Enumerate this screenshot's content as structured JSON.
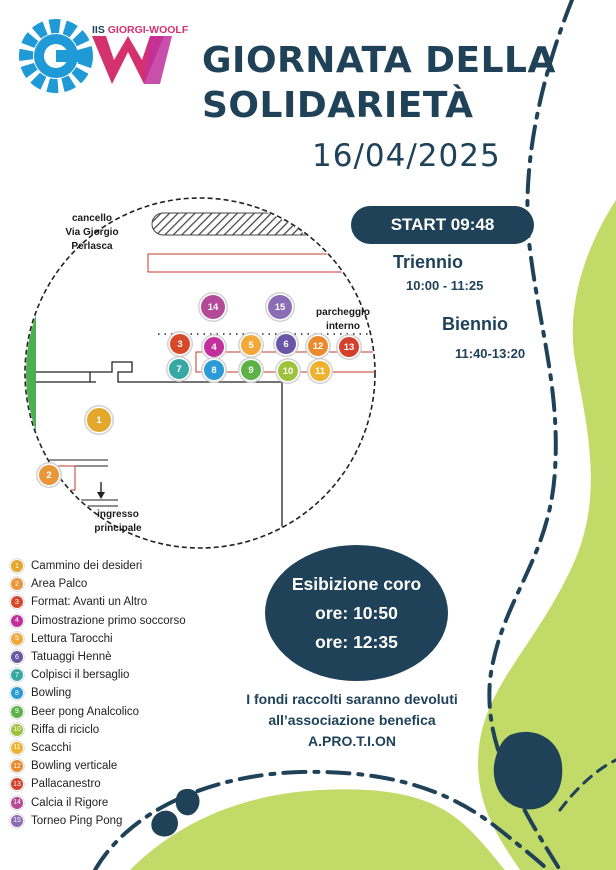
{
  "logo": {
    "brand_prefix": "IIS ",
    "brand_name": "GIORGI-WOOLF",
    "icon": "gw-gear-logo"
  },
  "header": {
    "title": "GIORNATA DELLA SOLIDARIETÀ",
    "date": "16/04/2025"
  },
  "start": {
    "label": "START 09:48"
  },
  "schedule": {
    "triennio": {
      "label": "Triennio",
      "time": "10:00 - 11:25"
    },
    "biennio": {
      "label": "Biennio",
      "time": "11:40-13:20"
    }
  },
  "map": {
    "gate_label": "cancello\nVia Giorgio\nPerlasca",
    "parking_label": "parcheggio\ninterno",
    "entrance_label": "ingresso\nprincipale",
    "markers": [
      {
        "n": "1"
      },
      {
        "n": "2"
      },
      {
        "n": "3"
      },
      {
        "n": "4"
      },
      {
        "n": "5"
      },
      {
        "n": "6"
      },
      {
        "n": "7"
      },
      {
        "n": "8"
      },
      {
        "n": "9"
      },
      {
        "n": "10"
      },
      {
        "n": "11"
      },
      {
        "n": "12"
      },
      {
        "n": "13"
      },
      {
        "n": "14"
      },
      {
        "n": "15"
      }
    ]
  },
  "legend": [
    {
      "n": "1",
      "label": "Cammino dei desideri",
      "color": "#e3a72b"
    },
    {
      "n": "2",
      "label": "Area Palco",
      "color": "#e8963a"
    },
    {
      "n": "3",
      "label": "Format: Avanti un Altro",
      "color": "#d8482a"
    },
    {
      "n": "4",
      "label": "Dimostrazione primo soccorso",
      "color": "#c1309b"
    },
    {
      "n": "5",
      "label": "Lettura Tarocchi",
      "color": "#f2a83a"
    },
    {
      "n": "6",
      "label": "Tatuaggi Hennè",
      "color": "#6a56a6"
    },
    {
      "n": "7",
      "label": "Colpisci il bersaglio",
      "color": "#37a9a4"
    },
    {
      "n": "8",
      "label": "Bowling",
      "color": "#2b9ad6"
    },
    {
      "n": "9",
      "label": "Beer pong Analcolico",
      "color": "#5cb246"
    },
    {
      "n": "10",
      "label": "Riffa di riciclo",
      "color": "#9dc33b"
    },
    {
      "n": "11",
      "label": "Scacchi",
      "color": "#eeb32e"
    },
    {
      "n": "12",
      "label": "Bowling verticale",
      "color": "#e98a2c"
    },
    {
      "n": "13",
      "label": "Pallacanestro",
      "color": "#d3402b"
    },
    {
      "n": "14",
      "label": "Calcia il Rigore",
      "color": "#b34a97"
    },
    {
      "n": "15",
      "label": "Torneo Ping Pong",
      "color": "#8b6db6"
    }
  ],
  "coro": {
    "title": "Esibizione coro",
    "time1": "ore: 10:50",
    "time2": "ore: 12:35"
  },
  "fondi": {
    "text": "I fondi raccolti saranno devoluti all’associazione benefica A.PRO.T.I.ON"
  },
  "colors": {
    "navy": "#1f4258",
    "green": "#c2da67",
    "map_green": "#4caf50",
    "accent_pink": "#d4316f",
    "accent_blue": "#1f9ad6"
  }
}
